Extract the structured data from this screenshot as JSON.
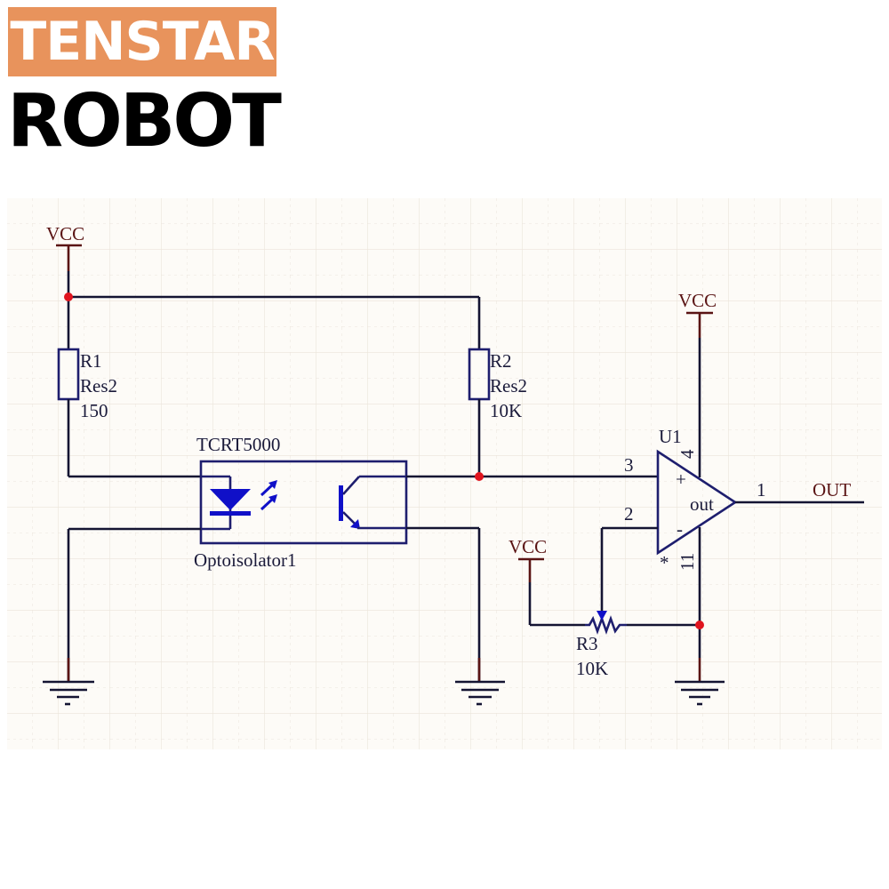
{
  "branding": {
    "line1": "TENSTAR",
    "line2": "ROBOT",
    "line1_bg": "#e8935c"
  },
  "schematic": {
    "title": "TCRT5000 reflective sensor comparator circuit",
    "power_labels": {
      "vcc_left": "VCC",
      "vcc_opamp": "VCC",
      "vcc_pot": "VCC"
    },
    "r1": {
      "ref": "R1",
      "type": "Res2",
      "value": "150"
    },
    "r2": {
      "ref": "R2",
      "type": "Res2",
      "value": "10K"
    },
    "r3": {
      "ref": "R3",
      "value": "10K"
    },
    "optoisolator": {
      "part": "TCRT5000",
      "ref": "Optoisolator1"
    },
    "opamp": {
      "ref": "U1",
      "pin_plus": "3",
      "pin_minus": "2",
      "pin_out": "1",
      "pin_vcc": "4",
      "pin_gnd": "11",
      "plus_sign": "+",
      "minus_sign": "-",
      "out_label": "out",
      "marker": "*"
    },
    "output_net": "OUT",
    "colors": {
      "wire": "#141432",
      "component": "#1e1e6e",
      "led_transistor": "#1010c8",
      "junction": "#e0141e",
      "power": "#5a1414",
      "grid_bg": "#fdfbf7"
    }
  }
}
